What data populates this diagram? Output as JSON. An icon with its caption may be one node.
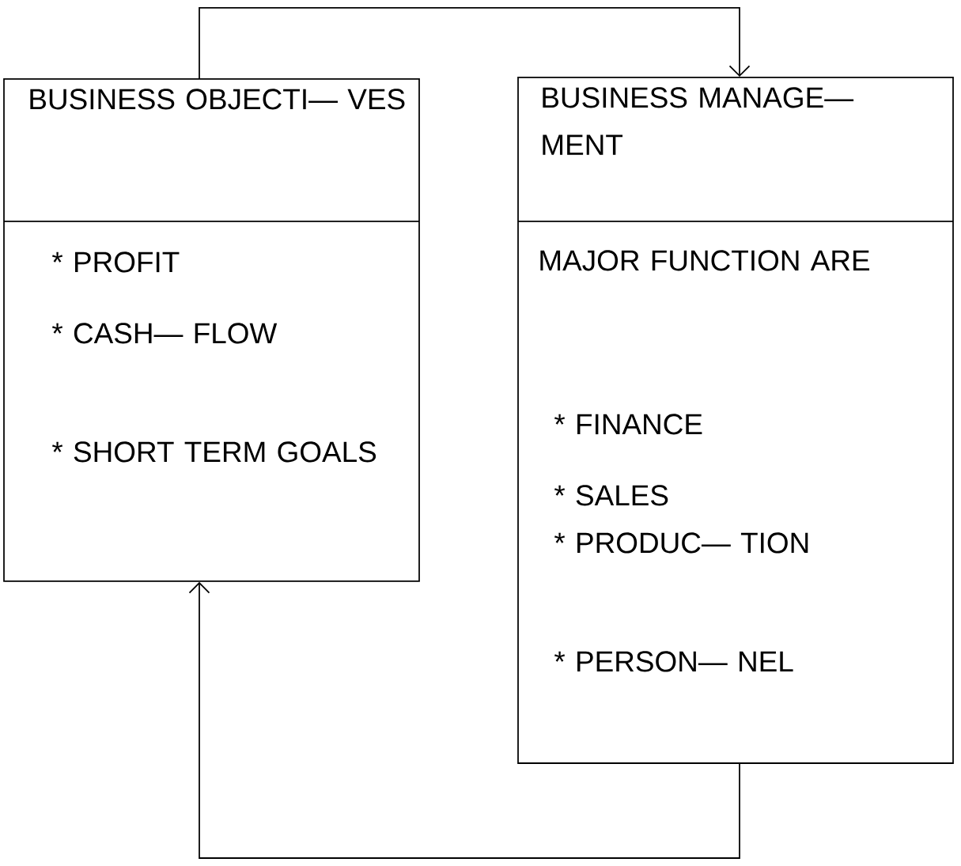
{
  "diagram": {
    "nodes": [
      {
        "text": [
          "BUSINESS OBJECTI— VES",
          "* PROFIT",
          "* CASH— FLOW",
          "* SHORT TERM GOALS"
        ]
      },
      {
        "text": [
          "BUSINESS MANAGE— MENT",
          "MAJOR FUNCTION ARE",
          "* FINANCE",
          "* SALES",
          "* PRODUC— TION",
          "* PERSON— NEL"
        ]
      }
    ],
    "edges": [
      {
        "from": 0,
        "to": 1,
        "arrow": "to"
      },
      {
        "from": 1,
        "to": 0,
        "arrow": "to"
      }
    ]
  }
}
